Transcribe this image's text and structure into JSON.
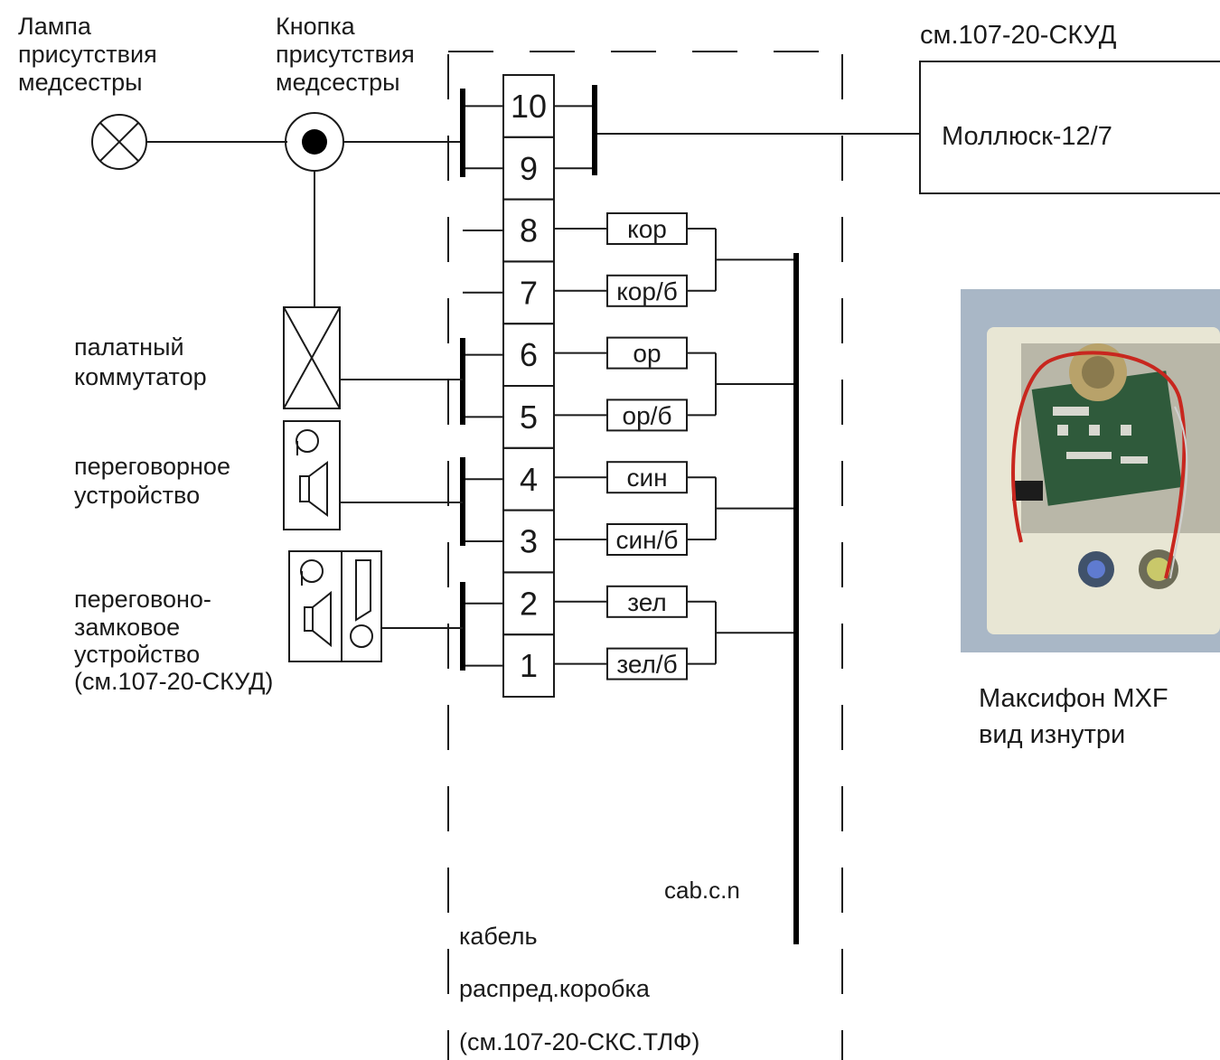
{
  "lamp": {
    "label": [
      "Лампа",
      "присутствия",
      "медсестры"
    ]
  },
  "button": {
    "label": [
      "Кнопка",
      "присутствия",
      "медсестры"
    ]
  },
  "controller": {
    "ref": "см.107-20-СКУД",
    "name": "Моллюск-12/7"
  },
  "terminal_pins": [
    "10",
    "9",
    "8",
    "7",
    "6",
    "5",
    "4",
    "3",
    "2",
    "1"
  ],
  "wire_pairs": [
    {
      "a": "кор",
      "b": "кор/б"
    },
    {
      "a": "ор",
      "b": "ор/б"
    },
    {
      "a": "син",
      "b": "син/б"
    },
    {
      "a": "зел",
      "b": "зел/б"
    }
  ],
  "devices": {
    "switch": {
      "label": [
        "палатный",
        "коммутатор"
      ]
    },
    "intercom": {
      "label": [
        "переговорное",
        "устройство"
      ]
    },
    "lock_intercom": {
      "label": [
        "переговоно-",
        "замковое",
        "устройство",
        "(см.107-20-СКУД)"
      ]
    }
  },
  "cable": {
    "name": "cab.c.n"
  },
  "box": {
    "label": [
      "кабель",
      "распред.коробка",
      "(см.107-20-СКС.ТЛФ)"
    ]
  },
  "photo": {
    "caption": [
      "Максифон MXF",
      "вид изнутри"
    ],
    "colors": {
      "wall": "#a9b7c6",
      "panel": "#e8e6d4",
      "board": "#2f5a3b",
      "wire": "#c8271f"
    }
  }
}
